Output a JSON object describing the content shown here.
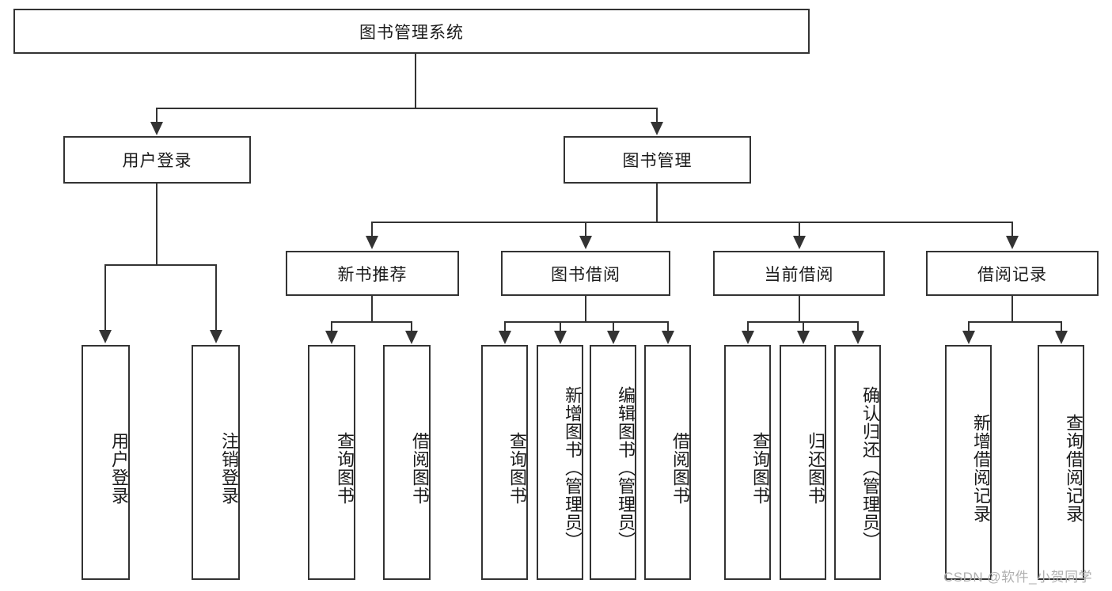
{
  "diagram": {
    "type": "tree-hierarchy-diagram",
    "title": "图书管理系统",
    "root": {
      "id": "root",
      "label": "图书管理系统"
    },
    "level2": [
      {
        "id": "user-login",
        "label": "用户登录"
      },
      {
        "id": "book-management",
        "label": "图书管理"
      }
    ],
    "level3": [
      {
        "id": "new-book-recommend",
        "label": "新书推荐",
        "parent": "book-management"
      },
      {
        "id": "book-borrow",
        "label": "图书借阅",
        "parent": "book-management"
      },
      {
        "id": "current-borrow",
        "label": "当前借阅",
        "parent": "book-management"
      },
      {
        "id": "borrow-record",
        "label": "借阅记录",
        "parent": "book-management"
      }
    ],
    "leaves": {
      "user_login": [
        {
          "id": "leaf-user-login",
          "label": "用户登录"
        },
        {
          "id": "leaf-logout-login",
          "label": "注销登录"
        }
      ],
      "new_book_recommend": [
        {
          "id": "leaf-query-book-1",
          "label": "查询图书"
        },
        {
          "id": "leaf-borrow-book-1",
          "label": "借阅图书"
        }
      ],
      "book_borrow": [
        {
          "id": "leaf-query-book-2",
          "label": "查询图书"
        },
        {
          "id": "leaf-add-book",
          "label": "新增图书（管理员）"
        },
        {
          "id": "leaf-edit-book",
          "label": "编辑图书（管理员）"
        },
        {
          "id": "leaf-borrow-book-2",
          "label": "借阅图书"
        }
      ],
      "current_borrow": [
        {
          "id": "leaf-query-book-3",
          "label": "查询图书"
        },
        {
          "id": "leaf-return-book",
          "label": "归还图书"
        },
        {
          "id": "leaf-confirm-return",
          "label": "确认归还（管理员）"
        }
      ],
      "borrow_record": [
        {
          "id": "leaf-add-record",
          "label": "新增借阅记录"
        },
        {
          "id": "leaf-query-record",
          "label": "查询借阅记录"
        }
      ]
    }
  },
  "watermark": {
    "text": "CSDN @软件_小贺同学"
  },
  "colors": {
    "stroke": "#333333",
    "background": "#ffffff",
    "text": "#1a1a1a",
    "watermark": "#b0b0b0"
  }
}
